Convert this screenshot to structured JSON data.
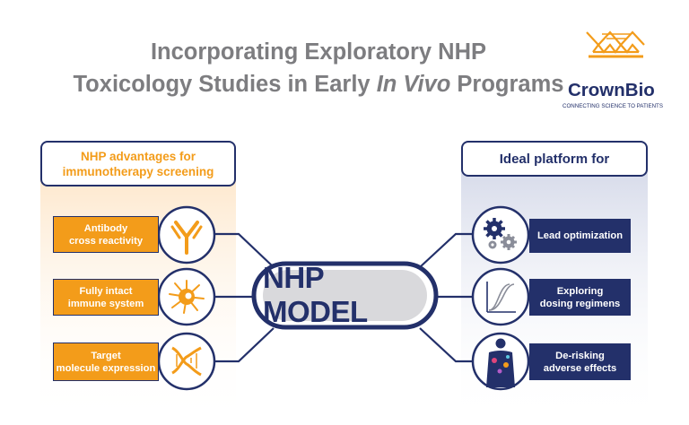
{
  "title": {
    "line1": "Incorporating Exploratory NHP",
    "line2_prefix": "Toxicology Studies in Early ",
    "line2_italic": "In Vivo",
    "line2_suffix": " Programs"
  },
  "logo": {
    "name": "CrownBio",
    "tagline": "CONNECTING SCIENCE TO PATIENTS",
    "icon": "crown-icon"
  },
  "center": {
    "label": "NHP MODEL"
  },
  "left_panel": {
    "heading_line1": "NHP advantages for",
    "heading_line2": "immunotherapy screening",
    "items": [
      {
        "line1": "Antibody",
        "line2": "cross reactivity",
        "icon": "antibody-icon"
      },
      {
        "line1": "Fully intact",
        "line2": "immune system",
        "icon": "immune-cell-icon"
      },
      {
        "line1": "Target",
        "line2": "molecule expression",
        "icon": "dna-icon"
      }
    ]
  },
  "right_panel": {
    "heading": "Ideal platform for",
    "items": [
      {
        "line1": "Lead optimization",
        "line2": "",
        "icon": "gears-icon"
      },
      {
        "line1": "Exploring",
        "line2": "dosing regimens",
        "icon": "dose-curve-icon"
      },
      {
        "line1": "De-risking",
        "line2": "adverse effects",
        "icon": "human-body-icon"
      }
    ]
  },
  "colors": {
    "navy": "#23306a",
    "orange": "#f39c1a",
    "title_gray": "#7d7d80",
    "left_panel_tint": "#fde2c0",
    "right_panel_tint": "#cfd4e6",
    "center_fill": "#d9d9dc"
  }
}
